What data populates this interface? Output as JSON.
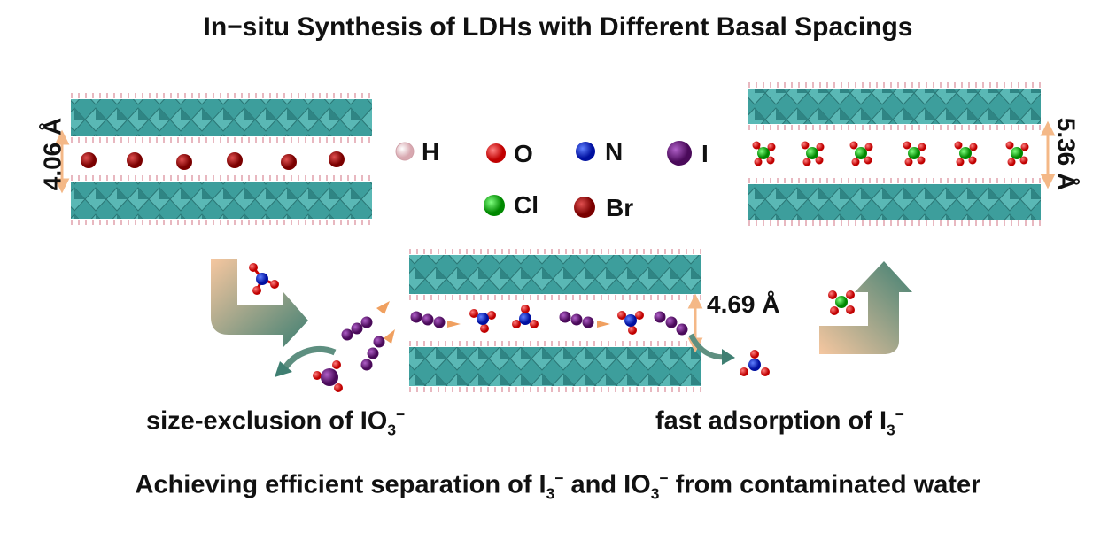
{
  "title": "In−situ Synthesis of LDHs with Different Basal Spacings",
  "spacings": {
    "left": "4.06 Å",
    "middle": "4.69 Å",
    "right": "5.36 Å"
  },
  "legend": [
    {
      "symbol": "H",
      "color": "#f2c9cf"
    },
    {
      "symbol": "O",
      "color": "#e01010"
    },
    {
      "symbol": "N",
      "color": "#1020d0"
    },
    {
      "symbol": "I",
      "color": "#7a1e8c"
    },
    {
      "symbol": "Cl",
      "color": "#18c018"
    },
    {
      "symbol": "Br",
      "color": "#a00808"
    }
  ],
  "labels": {
    "size_exclusion_text": "size-exclusion of IO",
    "size_exclusion_sub": "3",
    "size_exclusion_sup": "−",
    "fast_adsorption_text": "fast adsorption of I",
    "fast_adsorption_sub": "3",
    "fast_adsorption_sup": "−"
  },
  "bottom": {
    "part1": "Achieving efficient separation of I",
    "sub1": "3",
    "sup1": "−",
    "part2": " and IO",
    "sub2": "3",
    "sup2": "−",
    "part3": " from contaminated water"
  },
  "colors": {
    "layer": "#3d9e9c",
    "layer_dark": "#2a7675",
    "arrow_orange": "#f4b887",
    "arrow_teal": "#3f7f72"
  }
}
